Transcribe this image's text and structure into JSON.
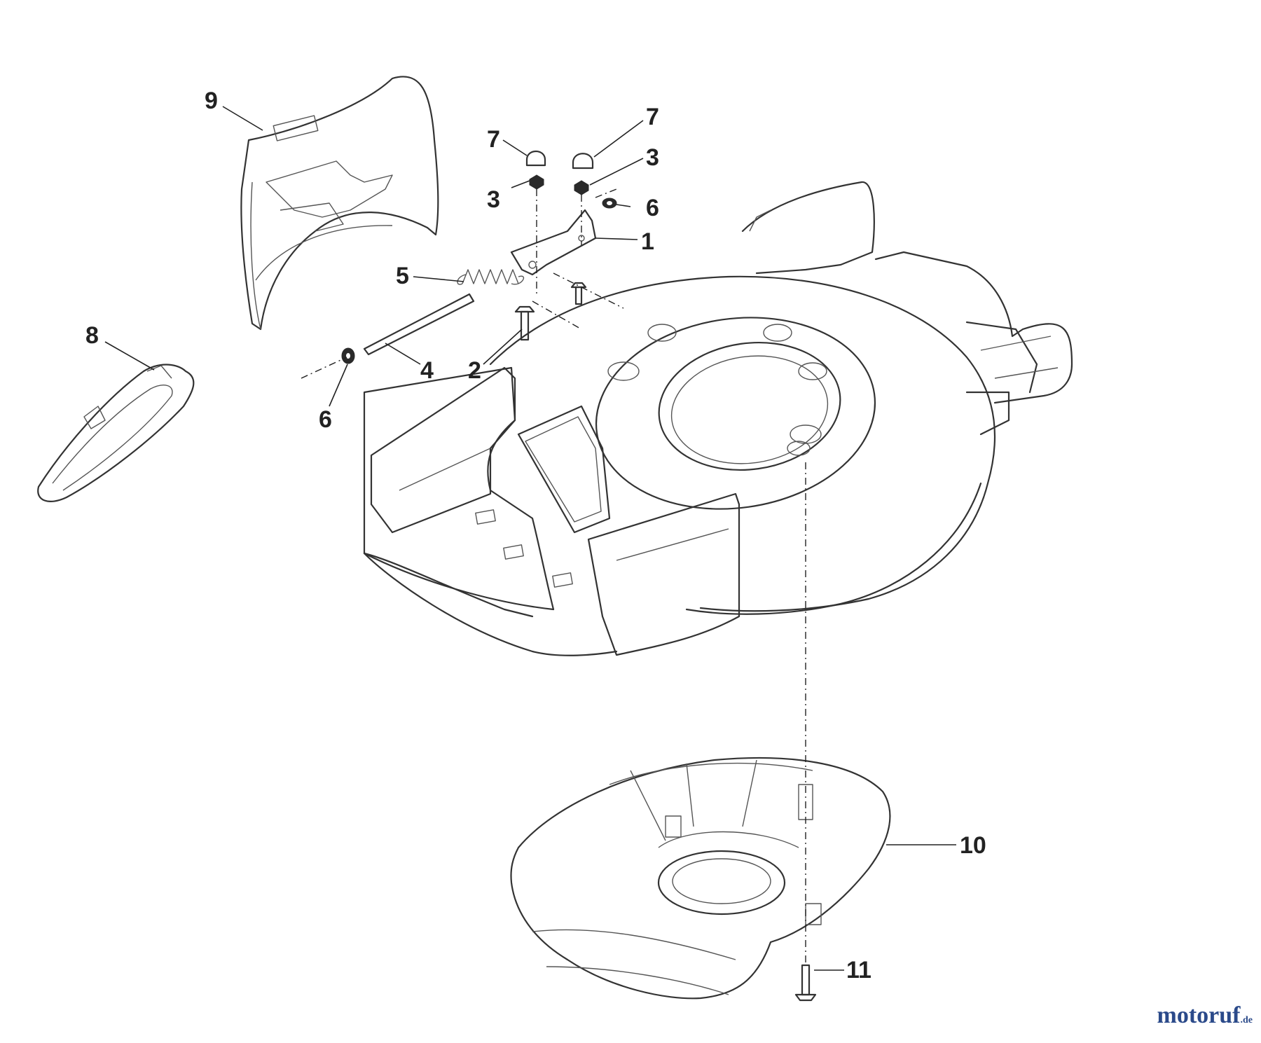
{
  "diagram": {
    "callouts": [
      {
        "id": "c9",
        "label": "9"
      },
      {
        "id": "c7a",
        "label": "7"
      },
      {
        "id": "c7b",
        "label": "7"
      },
      {
        "id": "c3a",
        "label": "3"
      },
      {
        "id": "c3b",
        "label": "3"
      },
      {
        "id": "c6a",
        "label": "6"
      },
      {
        "id": "c1",
        "label": "1"
      },
      {
        "id": "c5",
        "label": "5"
      },
      {
        "id": "c8",
        "label": "8"
      },
      {
        "id": "c4",
        "label": "4"
      },
      {
        "id": "c2",
        "label": "2"
      },
      {
        "id": "c6b",
        "label": "6"
      },
      {
        "id": "c10",
        "label": "10"
      },
      {
        "id": "c11",
        "label": "11"
      }
    ]
  },
  "watermark": {
    "main": "motoruf",
    "tld": ".de",
    "colors": [
      "#2b4a8a",
      "#c0392b",
      "#e67e22",
      "#27ae60"
    ]
  }
}
